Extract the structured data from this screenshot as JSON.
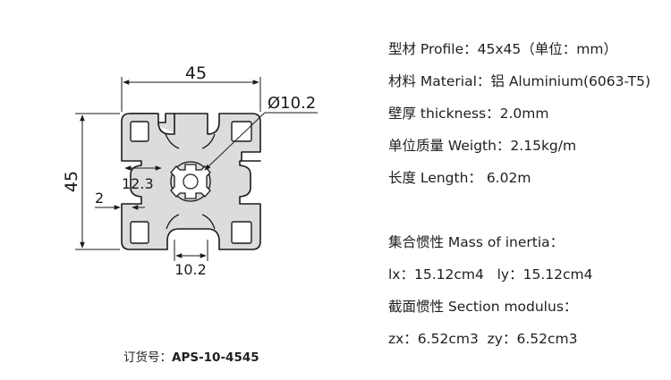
{
  "drawing": {
    "dim_width": "45",
    "dim_height": "45",
    "dim_hole": "Ø10.2",
    "dim_slot_depth": "12.3",
    "dim_wall": "2",
    "dim_slot_width": "10.2",
    "colors": {
      "line": "#1a1a1a",
      "fill": "#dcdcdc",
      "background": "#ffffff"
    }
  },
  "specs": {
    "profile": "型材 Profile：45x45（单位：mm）",
    "material": "材料 Material：铝 Aluminium(6063-T5)",
    "thickness": "壁厚 thickness：2.0mm",
    "weight": "单位质量 Weigth：2.15kg/m",
    "length": "长度 Length： 6.02m",
    "inertia_title": "集合惯性 Mass of inertia：",
    "inertia_values": "lx：15.12cm4   ly：15.12cm4",
    "modulus_title": "截面惯性 Section modulus：",
    "modulus_values": "zx：6.52cm3  zy：6.52cm3"
  },
  "order": {
    "label": "订货号：",
    "code": "APS-10-4545"
  }
}
